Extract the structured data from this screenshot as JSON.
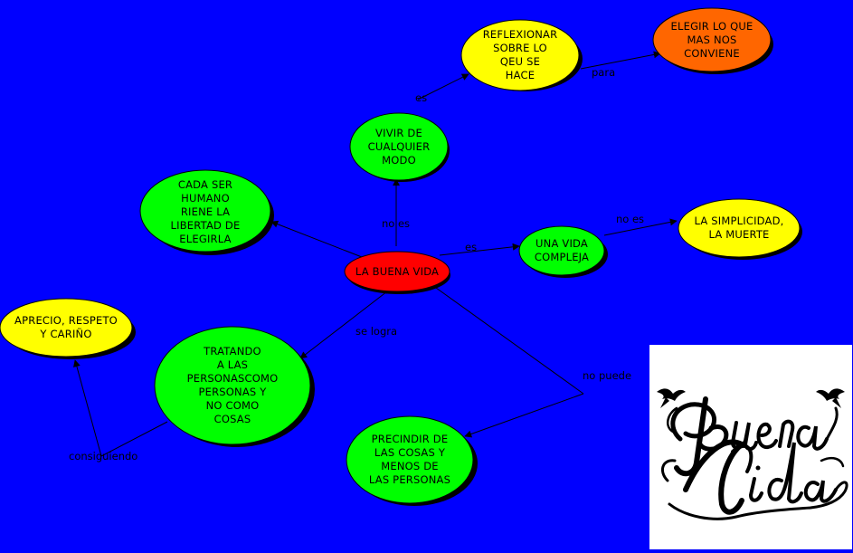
{
  "nodes": {
    "center": {
      "label": "LA BUENA VIDA",
      "color": "#ff0000"
    },
    "vivir": {
      "label": "VIVIR DE\nCUALQUIER\nMODO",
      "color": "#00ff00"
    },
    "reflexionar": {
      "label": "REFLEXIONAR\nSOBRE LO\nQEU SE\nHACE",
      "color": "#ffff00"
    },
    "elegir": {
      "label": "ELEGIR LO QUE\nMAS NOS\nCONVIENE",
      "color": "#ff6600"
    },
    "cada_ser": {
      "label": "CADA SER\nHUMANO\nRIENE LA\nLIBERTAD DE\nELEGIRLA",
      "color": "#00ff00"
    },
    "compleja": {
      "label": "UNA VIDA\nCOMPLEJA",
      "color": "#00ff00"
    },
    "simplicidad": {
      "label": "LA SIMPLICIDAD,\nLA MUERTE",
      "color": "#ffff00"
    },
    "aprecio": {
      "label": "APRECIO, RESPETO\nY CARIÑO",
      "color": "#ffff00"
    },
    "tratando": {
      "label": "TRATANDO\nA LAS\nPERSONASCOMO\nPERSONAS Y\nNO COMO\nCOSAS",
      "color": "#00ff00"
    },
    "precindir": {
      "label": "PRECINDIR DE\nLAS COSAS Y\nMENOS DE\nLAS PERSONAS",
      "color": "#00ff00"
    }
  },
  "links": {
    "es_reflexionar": "es",
    "para": "para",
    "no_es_vivir": "no es",
    "es_compleja": "es",
    "no_es_simplicidad": "no es",
    "se_logra": "se logra",
    "no_puede": "no puede",
    "consiguiendo": "consiguiendo"
  },
  "image": {
    "caption": "Buena Vida",
    "icon": "swallow-icon"
  }
}
